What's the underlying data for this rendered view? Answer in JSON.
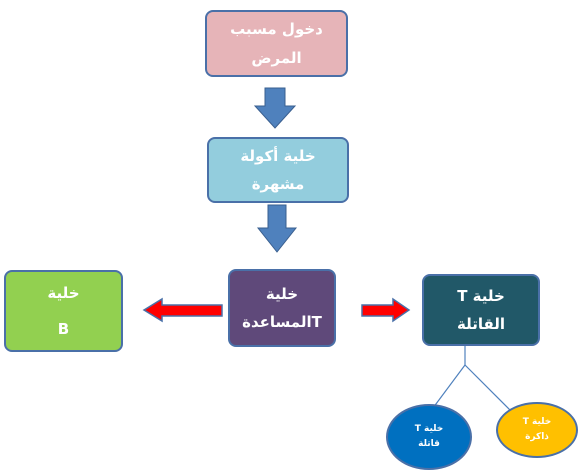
{
  "nodes": {
    "pathogen": {
      "line1": "دخول مسبب",
      "line2": "المرض"
    },
    "apc": {
      "line1": "خلية أكولة",
      "line2": "مشهرة"
    },
    "helper_t": {
      "line1": "خلية",
      "line2": "Tالمساعدة"
    },
    "b_cell": {
      "line1": "خلية",
      "line2": "B"
    },
    "killer_t": {
      "line1": "خلية T",
      "line2": "القاتلة"
    },
    "killer_t_child": {
      "line1": "خلية T",
      "line2": "قاتلة"
    },
    "memory_t": {
      "line1": "خلية T",
      "line2": "ذاكرة"
    }
  },
  "colors": {
    "pathogen": "#e6b4b8",
    "apc": "#93cddd",
    "helper_t": "#5f497a",
    "b_cell": "#92d050",
    "killer_t": "#215868",
    "killer_t_child": "#0070c0",
    "memory_t": "#ffc000",
    "down_arrow": "#4f81bd",
    "side_arrow": "#ff0000",
    "connector": "#4f81bd"
  }
}
